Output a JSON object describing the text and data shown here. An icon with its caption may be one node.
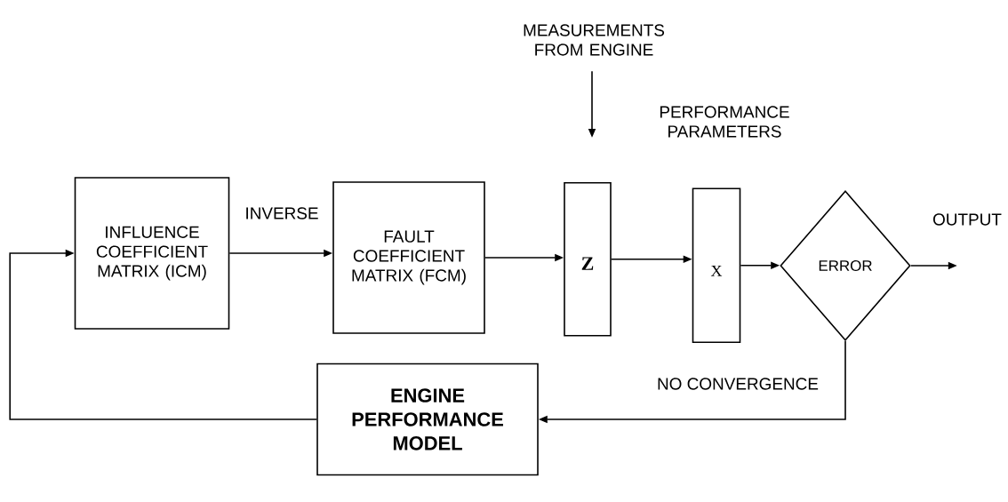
{
  "diagram": {
    "nodes": [
      {
        "text": [
          "INFLUENCE COEFFICIENT MATRIX (ICM)"
        ]
      },
      {
        "text": [
          "FAULT COEFFICIENT MATRIX (FCM)"
        ]
      },
      {
        "text": [
          "Z"
        ]
      },
      {
        "text": [
          "X"
        ],
        "beside": [
          "PERFORMANCE PARAMETERS"
        ]
      },
      {
        "text": [
          "ERROR"
        ]
      },
      {
        "text": [
          "ENGINE PERFORMANCE MODEL"
        ]
      },
      {
        "text": [
          "MEASUREMENTS FROM ENGINE"
        ]
      }
    ],
    "edges": [
      {
        "from": 0,
        "to": 1,
        "arrow": "to",
        "label": "INVERSE"
      },
      {
        "from": 1,
        "to": 2,
        "arrow": "to"
      },
      {
        "from": 2,
        "to": 3,
        "arrow": "to"
      },
      {
        "from": 3,
        "to": 4,
        "arrow": "to"
      },
      {
        "from": 4,
        "to": null,
        "arrow": "to",
        "label": "OUTPUT"
      },
      {
        "from": 4,
        "to": 5,
        "arrow": "to",
        "label": "NO CONVERGENCE"
      },
      {
        "from": 5,
        "to": 0,
        "arrow": "to"
      },
      {
        "from": 6,
        "to": 2,
        "arrow": "to"
      }
    ]
  }
}
